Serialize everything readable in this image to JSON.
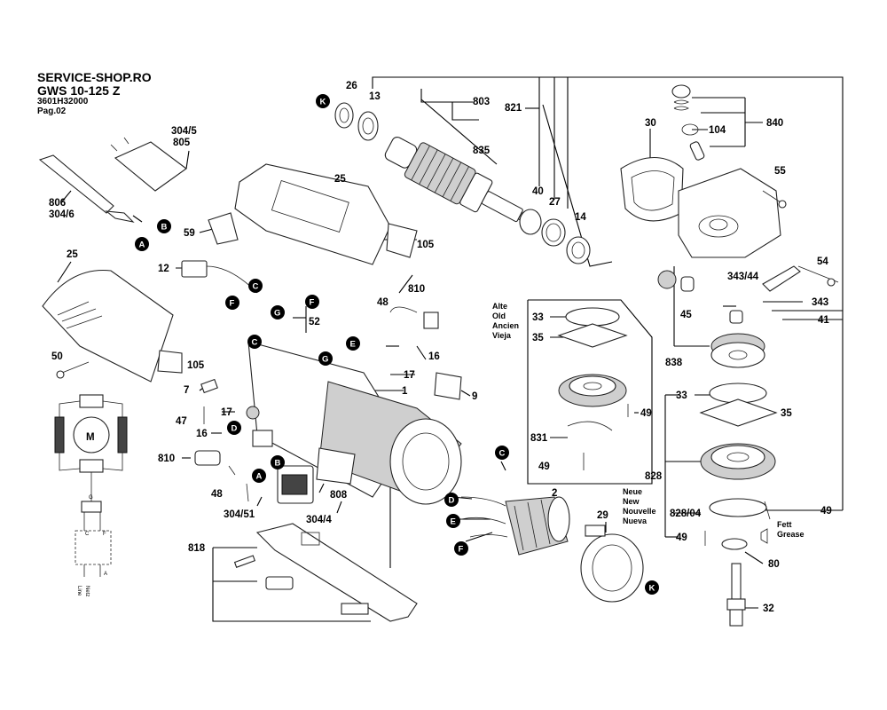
{
  "header": {
    "shop": "SERVICE-SHOP.RO",
    "model": "GWS 10-125 Z",
    "article": "3601H32000",
    "page": "Pag.02"
  },
  "part_numbers": {
    "p26": "26",
    "p13": "13",
    "p803": "803",
    "p821": "821",
    "p835": "835",
    "p30": "30",
    "p840": "840",
    "p104": "104",
    "p55": "55",
    "p40": "40",
    "p27": "27",
    "p14": "14",
    "p304_5": "304/5",
    "p805": "805",
    "p806": "806",
    "p304_6": "304/6",
    "p25a": "25",
    "p59": "59",
    "p105a": "105",
    "p25b": "25",
    "p12": "12",
    "p810a": "810",
    "p48a": "48",
    "p52": "52",
    "p50": "50",
    "p105b": "105",
    "p16a": "16",
    "p17a": "17",
    "p1": "1",
    "p9": "9",
    "p7": "7",
    "p47": "47",
    "p17b": "17",
    "p16b": "16",
    "p810b": "810",
    "p48b": "48",
    "p304_51": "304/51",
    "p304_4": "304/4",
    "p808": "808",
    "p818": "818",
    "p2": "2",
    "p29": "29",
    "p33a": "33",
    "p35a": "35",
    "p49a": "49",
    "p831": "831",
    "p49b": "49",
    "p343_44": "343/44",
    "p54": "54",
    "p343": "343",
    "p45": "45",
    "p41": "41",
    "p838": "838",
    "p33b": "33",
    "p35b": "35",
    "p828": "828",
    "p828_04": "828/04",
    "p49c": "49",
    "p49d": "49",
    "p80": "80",
    "p32": "32"
  },
  "circle_markers": {
    "a1": "A",
    "b1": "B",
    "c1": "C",
    "f1": "F",
    "g1": "G",
    "f2": "F",
    "c2": "C",
    "e1": "E",
    "g2": "G",
    "d1": "D",
    "a2": "A",
    "b2": "B",
    "c3": "C",
    "d2": "D",
    "e2": "E",
    "f3": "F",
    "k1": "K",
    "k2": "K"
  },
  "version_labels": {
    "old": [
      "Alte",
      "Old",
      "Ancien",
      "Vieja"
    ],
    "new": [
      "Neue",
      "New",
      "Nouvelle",
      "Nueva"
    ]
  },
  "grease_label": [
    "Fett",
    "Grease"
  ],
  "wiring": {
    "motor": "M",
    "g": "G",
    "c": "C",
    "f": "F",
    "line": "Line",
    "netz": "Netz",
    "a": "A"
  }
}
